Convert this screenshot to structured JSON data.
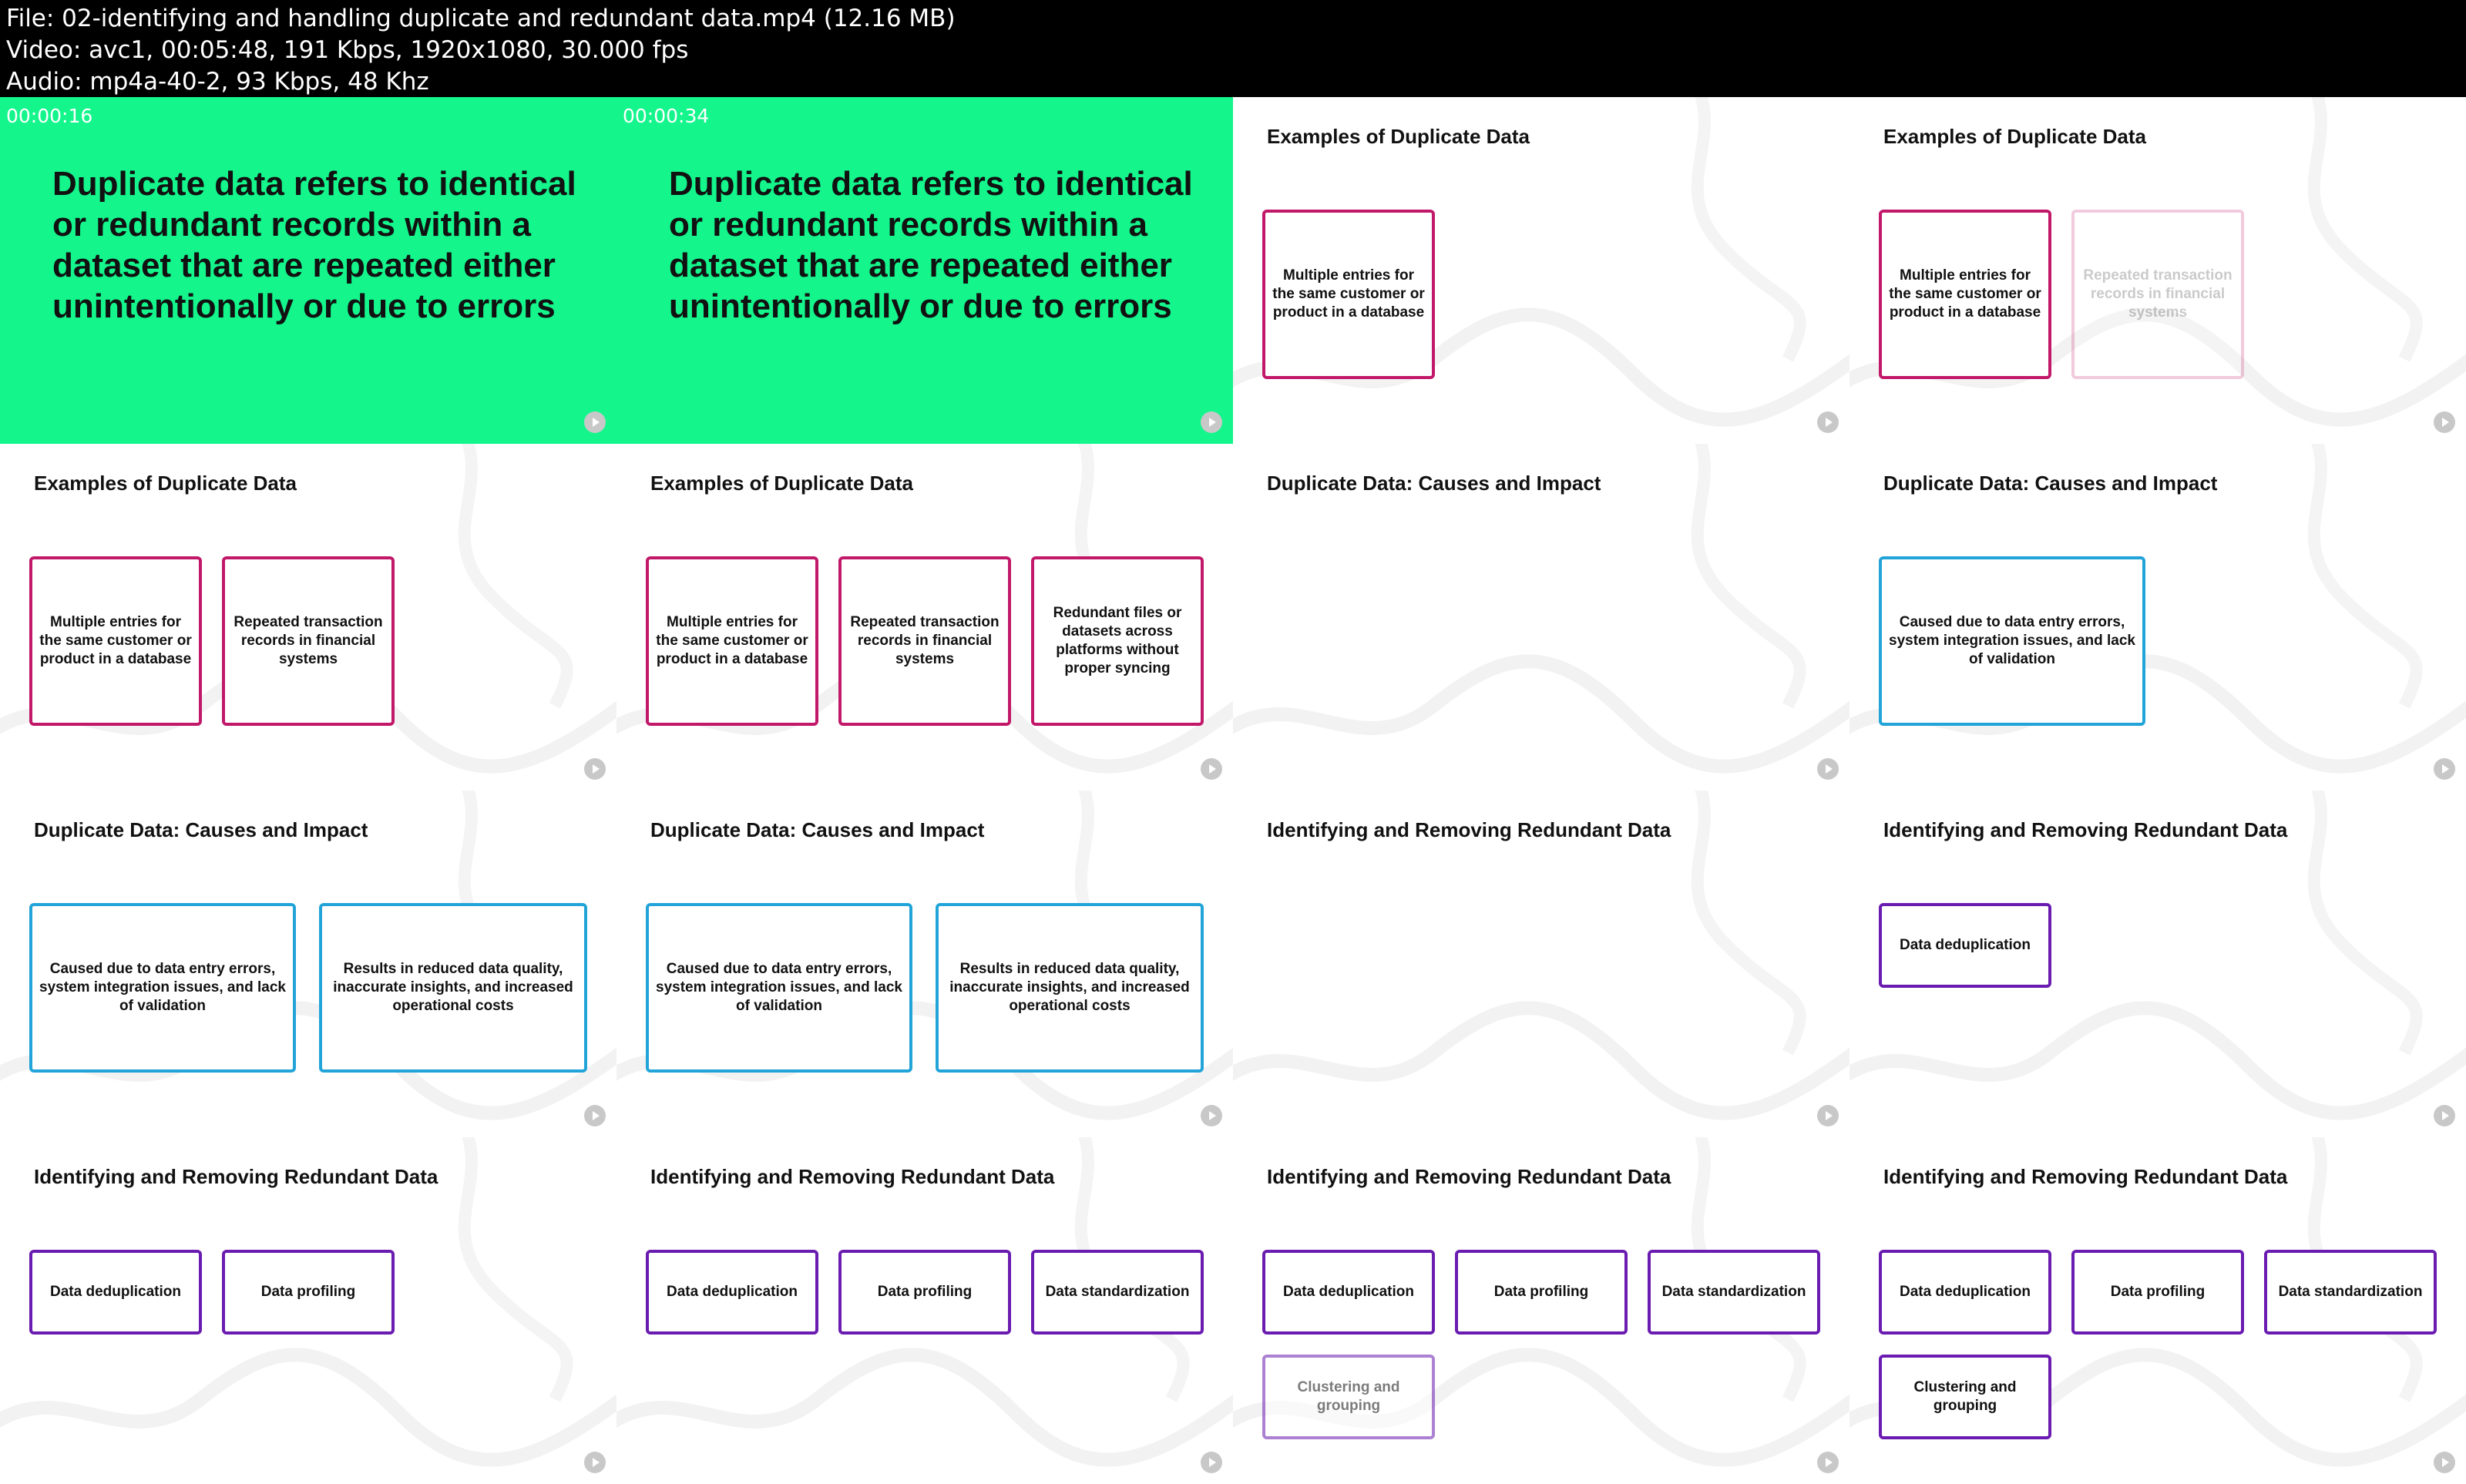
{
  "header": {
    "file_line": "File: 02-identifying and handling duplicate and redundant data.mp4 (12.16 MB)",
    "video_line": "Video: avc1, 00:05:48, 191 Kbps, 1920x1080, 30.000 fps",
    "audio_line": "Audio: mp4a-40-2, 93 Kbps, 48 Khz"
  },
  "text": {
    "definition": "Duplicate data refers to identical or redundant records within a dataset that are repeated either unintentionally or due to errors",
    "title_examples": "Examples of Duplicate Data",
    "title_causes": "Duplicate Data: Causes and Impact",
    "title_identifying": "Identifying and Removing Redundant Data"
  },
  "cards": {
    "multiple_entries": "Multiple entries for the same customer or product in a database",
    "repeated_transactions": "Repeated transaction records in financial systems",
    "redundant_files": "Redundant files or datasets across platforms without proper syncing",
    "causes": "Caused due to data entry errors, system integration issues, and lack of validation",
    "results": "Results in reduced data quality, inaccurate insights, and increased operational costs",
    "dedup": "Data deduplication",
    "profiling": "Data profiling",
    "standardization": "Data standardization",
    "clustering": "Clustering and grouping"
  },
  "tiles": [
    {
      "timestamp": "00:00:16"
    },
    {
      "timestamp": "00:00:34"
    }
  ],
  "colors": {
    "green_bg": "#14f58c",
    "magenta": "#c2186a",
    "blue": "#22a4d8",
    "purple": "#6a1bb0"
  },
  "icons": {
    "corner": "play-circle-icon"
  }
}
